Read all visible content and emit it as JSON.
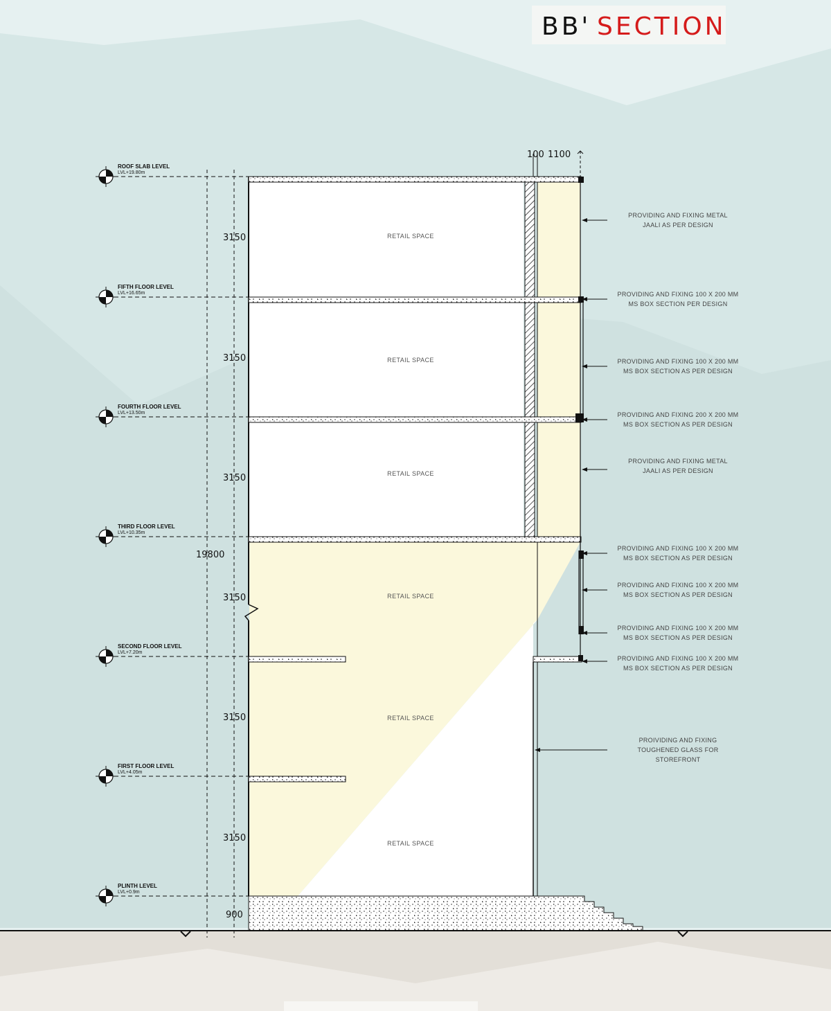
{
  "title": {
    "prefix": "BB'",
    "main": "SECTION"
  },
  "levels": [
    {
      "name": "ROOF SLAB LEVEL",
      "value": "LVL+19.80m"
    },
    {
      "name": "FIFTH FLOOR LEVEL",
      "value": "LVL+16.65m"
    },
    {
      "name": "FOURTH FLOOR LEVEL",
      "value": "LVL+13.50m"
    },
    {
      "name": "THIRD FLOOR LEVEL",
      "value": "LVL+10.35m"
    },
    {
      "name": "SECOND FLOOR LEVEL",
      "value": "LVL+7.20m"
    },
    {
      "name": "FIRST FLOOR LEVEL",
      "value": "LVL+4.05m"
    },
    {
      "name": "PLINTH LEVEL",
      "value": "LVL+0.9m"
    }
  ],
  "floor_dims": [
    "3150",
    "3150",
    "3150",
    "3150",
    "3150",
    "3150"
  ],
  "plinth_dim": "900",
  "total_height": "19800",
  "top_dims": [
    "100",
    "1100"
  ],
  "room_label": "RETAIL SPACE",
  "notes": [
    [
      "PROVIDING AND FIXING METAL",
      "JAALI AS PER DESIGN"
    ],
    [
      "PROVIDING AND FIXING 100 X 200 MM",
      "MS BOX SECTION PER DESIGN"
    ],
    [
      "PROVIDING AND FIXING 100 X 200 MM",
      "MS BOX SECTION AS PER DESIGN"
    ],
    [
      "PROVIDING AND FIXING 200 X 200 MM",
      "MS BOX SECTION AS PER DESIGN"
    ],
    [
      "PROVIDING AND FIXING METAL",
      "JAALI AS PER DESIGN"
    ],
    [
      "PROVIDING AND FIXING 100 X 200 MM",
      "MS BOX SECTION AS PER DESIGN"
    ],
    [
      "PROVIDING AND FIXING 100 X 200 MM",
      "MS BOX SECTION AS PER DESIGN"
    ],
    [
      "PROVIDING AND FIXING 100 X 200 MM",
      "MS BOX SECTION AS PER DESIGN"
    ],
    [
      "PROVIDING AND FIXING 100 X 200 MM",
      "MS BOX SECTION AS PER DESIGN"
    ],
    [
      "PROIVIDING AND FIXING",
      "TOUGHENED GLASS FOR",
      "STOREFRONT"
    ]
  ],
  "colors": {
    "sky_light": "#e6f1f1",
    "mountain": "#cfe1e0",
    "ground": "#eeebe6",
    "highlight": "#fbf8dc",
    "title_accent": "#d51b1b"
  }
}
